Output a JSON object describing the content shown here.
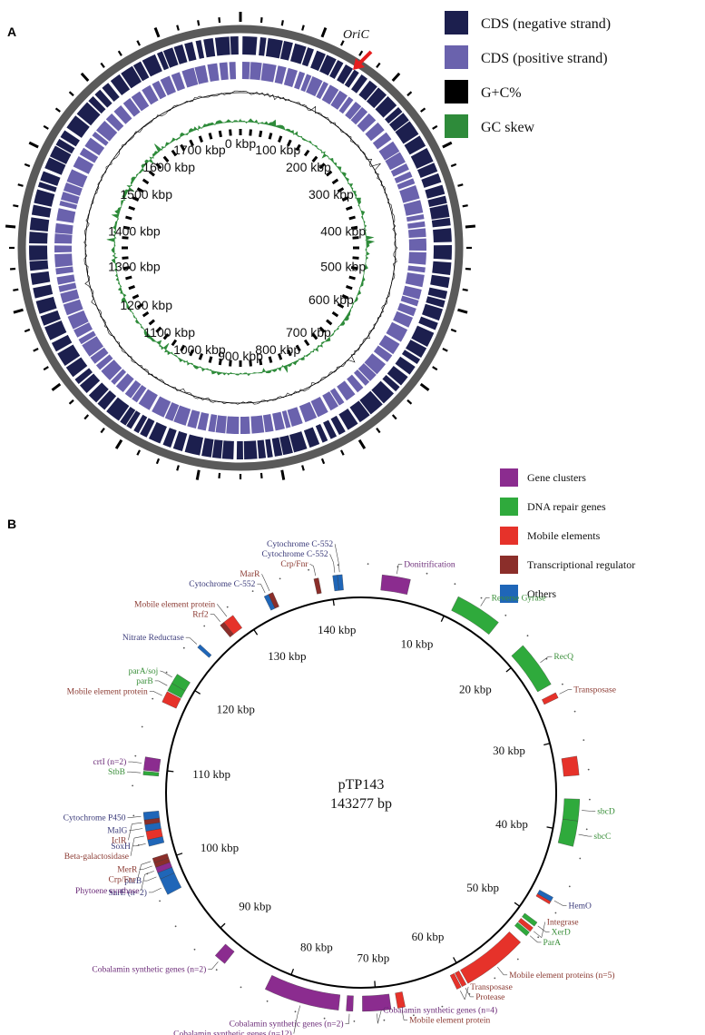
{
  "panel_a": {
    "letter": "A",
    "oric_label": "OriC",
    "legend": [
      {
        "label": "CDS (negative strand)",
        "color": "#1c1f4e"
      },
      {
        "label": "CDS (positive strand)",
        "color": "#6a62ad"
      },
      {
        "label": "G+C%",
        "color": "#000000"
      },
      {
        "label": "GC skew",
        "color": "#2e8b3a"
      }
    ],
    "kbp_labels": [
      "0 kbp",
      "100 kbp",
      "200 kbp",
      "300 kbp",
      "400 kbp",
      "500 kbp",
      "600 kbp",
      "700 kbp",
      "800 kbp",
      "900 kbp",
      "1000 kbp",
      "1100 kbp",
      "1200 kbp",
      "1300 kbp",
      "1400 kbp",
      "1500 kbp",
      "1600 kbp",
      "1700 kbp"
    ]
  },
  "panel_b": {
    "letter": "B",
    "plasmid_name": "pTP143",
    "plasmid_size": "143277 bp",
    "total_kb": 143.277,
    "legend": [
      {
        "label": "Gene clusters",
        "color": "#8b2c8f"
      },
      {
        "label": "DNA repair genes",
        "color": "#2faa3c"
      },
      {
        "label": "Mobile elements",
        "color": "#e6322a"
      },
      {
        "label": "Transcriptional regulator",
        "color": "#8b2e2a"
      },
      {
        "label": "Others",
        "color": "#1f66b8"
      }
    ],
    "kbp_labels": [
      {
        "text": "10 kbp",
        "kb": 10
      },
      {
        "text": "20 kbp",
        "kb": 20
      },
      {
        "text": "30 kbp",
        "kb": 30
      },
      {
        "text": "40 kbp",
        "kb": 40
      },
      {
        "text": "50 kbp",
        "kb": 50
      },
      {
        "text": "60 kbp",
        "kb": 60
      },
      {
        "text": "70 kbp",
        "kb": 70
      },
      {
        "text": "80 kbp",
        "kb": 80
      },
      {
        "text": "90 kbp",
        "kb": 90
      },
      {
        "text": "100 kbp",
        "kb": 100
      },
      {
        "text": "110 kbp",
        "kb": 110
      },
      {
        "text": "120 kbp",
        "kb": 120
      },
      {
        "text": "130 kbp",
        "kb": 130
      },
      {
        "text": "140 kbp",
        "kb": 140
      }
    ],
    "features": [
      {
        "label": "Donitrification",
        "category": "cluster",
        "start": 2.2,
        "end": 5.2,
        "color": "#8b2c8f"
      },
      {
        "label": "Reverse Gyrase",
        "category": "dna",
        "start": 10.5,
        "end": 15.5,
        "color": "#2faa3c"
      },
      {
        "label": "RecQ",
        "category": "dna",
        "start": 19.0,
        "end": 24.0,
        "color": "#2faa3c"
      },
      {
        "label": "Transposase",
        "category": "mobile",
        "start": 25.0,
        "end": 25.6,
        "color": "#e6322a"
      },
      {
        "label": "",
        "category": "mobile",
        "start": 32.0,
        "end": 34.0,
        "color": "#e6322a"
      },
      {
        "label": "sbcD",
        "category": "dna",
        "start": 36.5,
        "end": 38.8,
        "color": "#2faa3c"
      },
      {
        "label": "sbcC",
        "category": "dna",
        "start": 38.8,
        "end": 41.5,
        "color": "#2faa3c"
      },
      {
        "label": "HemO",
        "category": "other",
        "start": 47.2,
        "end": 47.7,
        "color": "#1f66b8"
      },
      {
        "label": "",
        "category": "mobile",
        "start": 47.7,
        "end": 48.0,
        "color": "#e6322a"
      },
      {
        "label": "XerD",
        "category": "dna",
        "start": 50.3,
        "end": 50.8,
        "color": "#2faa3c"
      },
      {
        "label": "Integrase",
        "category": "mobile",
        "start": 51.0,
        "end": 51.5,
        "color": "#e6322a"
      },
      {
        "label": "ParA",
        "category": "dna",
        "start": 51.6,
        "end": 52.1,
        "color": "#2faa3c"
      },
      {
        "label": "Mobile element proteins (n=5)",
        "category": "mobile",
        "start": 53.0,
        "end": 60.0,
        "color": "#e6322a"
      },
      {
        "label": "Protease",
        "category": "mobile",
        "start": 60.2,
        "end": 60.7,
        "color": "#e6322a"
      },
      {
        "label": "Transposase",
        "category": "mobile",
        "start": 60.8,
        "end": 61.3,
        "color": "#e6322a"
      },
      {
        "label": "Mobile element protein",
        "category": "mobile",
        "start": 67.0,
        "end": 67.8,
        "color": "#e6322a"
      },
      {
        "label": "Cobalamin synthetic genes (n=4)",
        "category": "cluster",
        "start": 68.5,
        "end": 71.5,
        "color": "#8b2c8f"
      },
      {
        "label": "Cobalamin synthetic genes (n=2)",
        "category": "cluster",
        "start": 72.5,
        "end": 73.2,
        "color": "#8b2c8f"
      },
      {
        "label": "Cobalamin synthetic genes (n=12)",
        "category": "cluster",
        "start": 74.0,
        "end": 82.0,
        "color": "#8b2c8f"
      },
      {
        "label": "Cobalamin synthetic genes (n=2)",
        "category": "cluster",
        "start": 87.0,
        "end": 88.3,
        "color": "#8b2c8f"
      },
      {
        "label": "SurE (n=2)",
        "category": "other",
        "start": 96.4,
        "end": 98.2,
        "color": "#1f66b8"
      },
      {
        "label": "phrB",
        "category": "other",
        "start": 98.2,
        "end": 98.9,
        "color": "#1f66b8"
      },
      {
        "label": "Phytoene synthase",
        "category": "cluster",
        "start": 98.9,
        "end": 99.5,
        "color": "#8b2c8f"
      },
      {
        "label": "MerR",
        "category": "regulator",
        "start": 99.5,
        "end": 100.0,
        "color": "#8b2e2a"
      },
      {
        "label": "Crp/Fnr",
        "category": "regulator",
        "start": 100.0,
        "end": 100.5,
        "color": "#8b2e2a"
      },
      {
        "label": "SoxH",
        "category": "other",
        "start": 101.8,
        "end": 102.5,
        "color": "#1f66b8"
      },
      {
        "label": "Beta-galactosidase",
        "category": "mobile",
        "start": 102.5,
        "end": 103.4,
        "color": "#e6322a"
      },
      {
        "label": "MalG",
        "category": "other",
        "start": 103.4,
        "end": 104.1,
        "color": "#1f66b8"
      },
      {
        "label": "IclR",
        "category": "regulator",
        "start": 104.1,
        "end": 104.6,
        "color": "#8b2e2a"
      },
      {
        "label": "Cytochrome P450",
        "category": "other",
        "start": 104.6,
        "end": 105.4,
        "color": "#1f66b8"
      },
      {
        "label": "StbB",
        "category": "dna",
        "start": 109.3,
        "end": 109.7,
        "color": "#2faa3c"
      },
      {
        "label": "crtI (n=2)",
        "category": "cluster",
        "start": 109.8,
        "end": 111.2,
        "color": "#8b2c8f"
      },
      {
        "label": "Mobile element protein",
        "category": "mobile",
        "start": 117.2,
        "end": 118.4,
        "color": "#e6322a"
      },
      {
        "label": "parB",
        "category": "dna",
        "start": 118.5,
        "end": 119.4,
        "color": "#2faa3c"
      },
      {
        "label": "parA/soj",
        "category": "dna",
        "start": 119.4,
        "end": 120.5,
        "color": "#2faa3c"
      },
      {
        "label": "Nitrate Reductase",
        "category": "other",
        "start": 124.0,
        "end": 124.4,
        "color": "#1f66b8"
      },
      {
        "label": "Rrf2",
        "category": "regulator",
        "start": 127.3,
        "end": 127.8,
        "color": "#8b2e2a"
      },
      {
        "label": "Mobile element protein",
        "category": "mobile",
        "start": 127.8,
        "end": 129.0,
        "color": "#e6322a"
      },
      {
        "label": "Cytochrome C-552",
        "category": "other",
        "start": 132.8,
        "end": 133.3,
        "color": "#1f66b8"
      },
      {
        "label": "MarR",
        "category": "regulator",
        "start": 133.3,
        "end": 133.8,
        "color": "#8b2e2a"
      },
      {
        "label": "Crp/Fnr",
        "category": "regulator",
        "start": 138.3,
        "end": 138.8,
        "color": "#8b2e2a"
      },
      {
        "label": "Cytochrome C-552",
        "category": "other",
        "start": 140.3,
        "end": 140.8,
        "color": "#1f66b8"
      },
      {
        "label": "Cytochrome C-552",
        "category": "other",
        "start": 140.8,
        "end": 141.3,
        "color": "#1f66b8"
      }
    ]
  }
}
